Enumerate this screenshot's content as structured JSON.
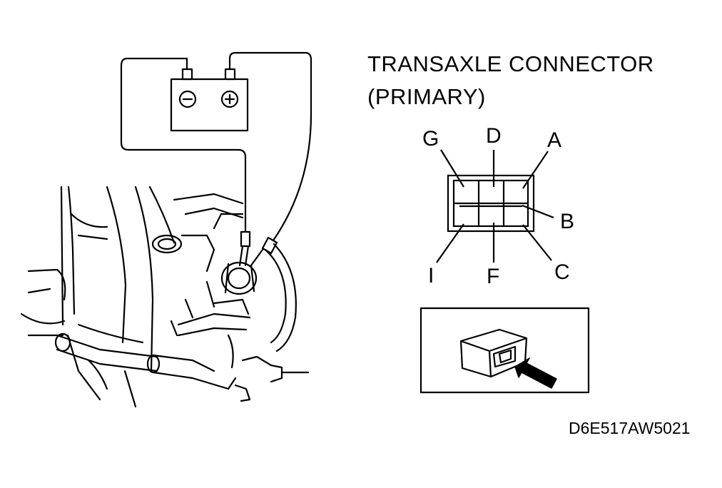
{
  "title": {
    "line1": "TRANSAXLE CONNECTOR",
    "line2": "(PRIMARY)"
  },
  "battery": {
    "negative_symbol": "⊖",
    "positive_symbol": "⊕"
  },
  "connector_pins": {
    "G": "G",
    "D": "D",
    "A": "A",
    "B": "B",
    "I": "I",
    "F": "F",
    "C": "C"
  },
  "document_code": "D6E517AW5021"
}
